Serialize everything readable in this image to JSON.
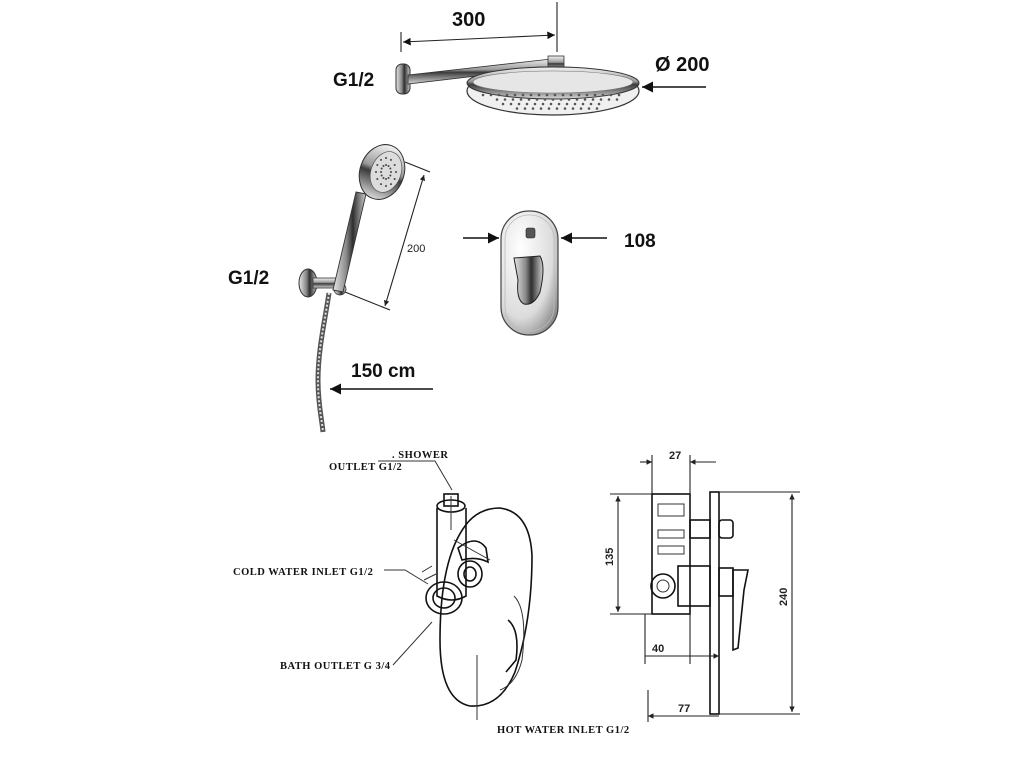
{
  "head_shower": {
    "arm_length": "300",
    "thread": "G1/2",
    "diameter": "Ø 200"
  },
  "hand_shower": {
    "thread": "G1/2",
    "length": "200",
    "hose": "150 cm"
  },
  "mixer_plate": {
    "width": "108"
  },
  "connections": {
    "shower_outlet_line1": ". SHOWER",
    "shower_outlet_line2": "OUTLET  G1/2",
    "cold_inlet": "COLD WATER INLET  G1/2",
    "bath_outlet": "BATH OUTLET G 3/4",
    "hot_inlet": "HOT WATER INLET G1/2"
  },
  "section_dims": {
    "d27": "27",
    "d135": "135",
    "d240": "240",
    "d40": "40",
    "d77": "77"
  }
}
